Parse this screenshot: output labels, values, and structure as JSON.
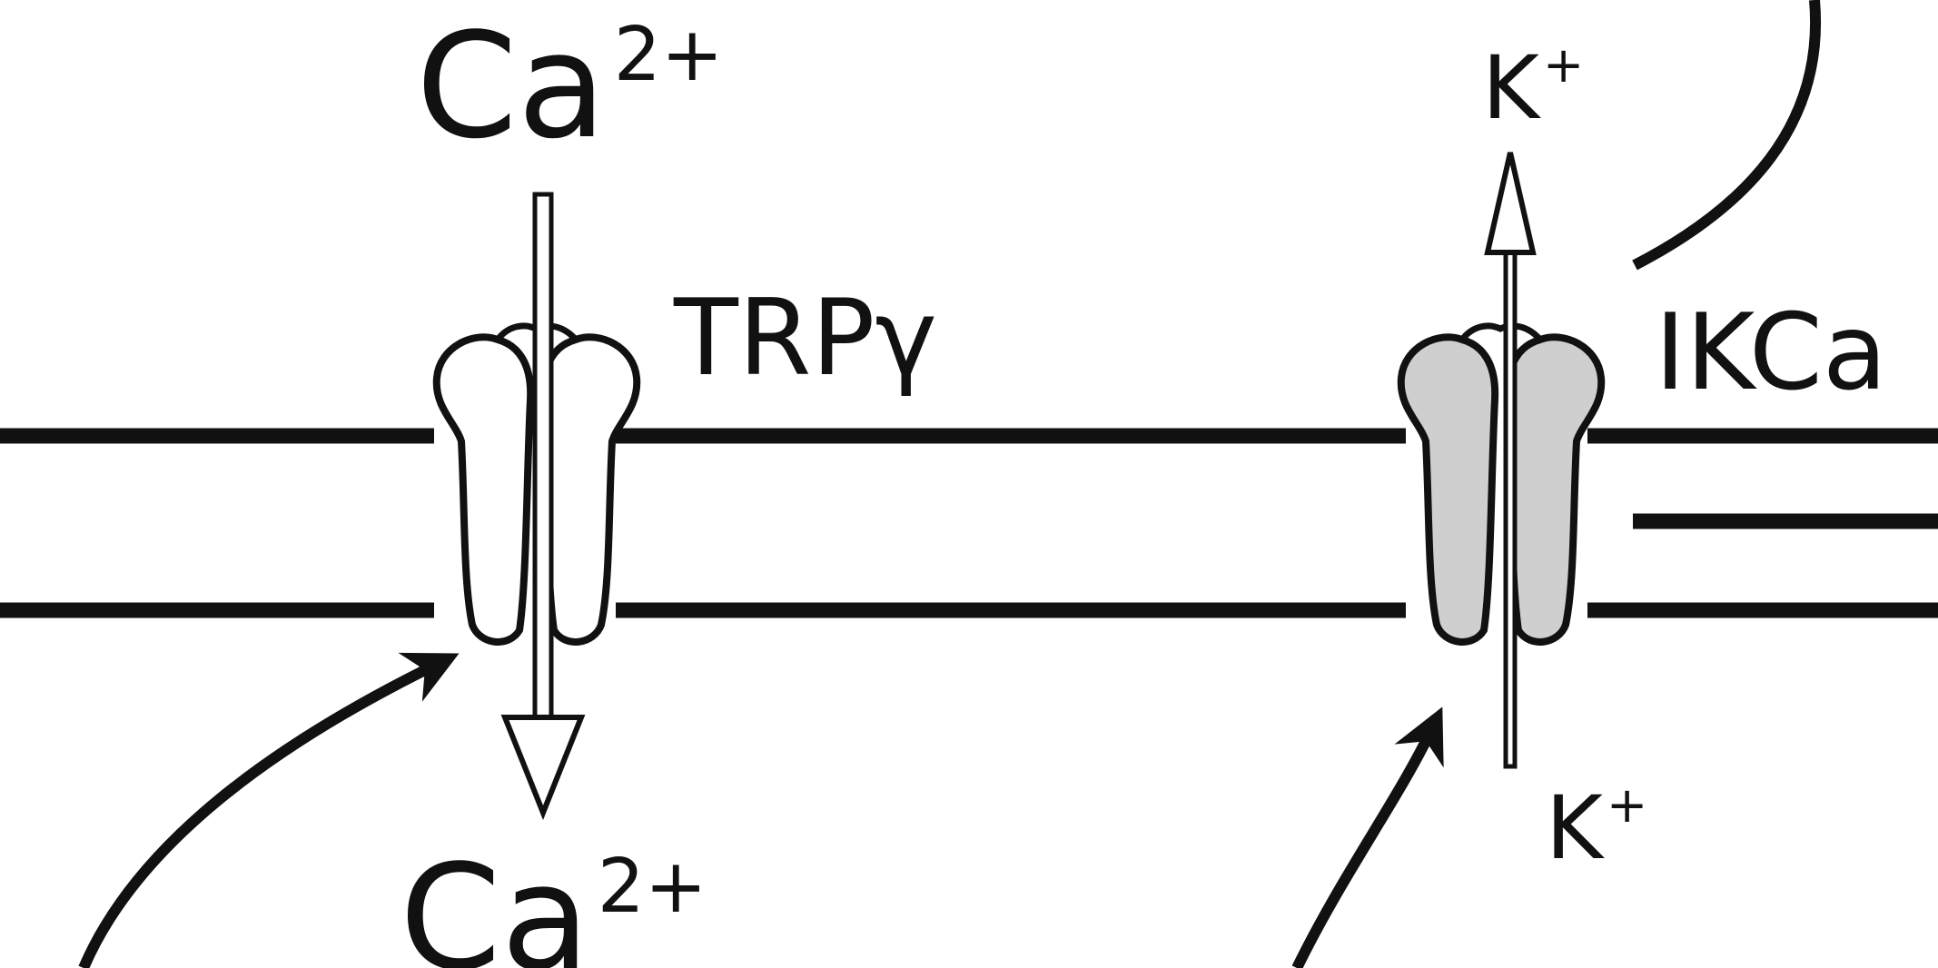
{
  "labels": {
    "ca_top": {
      "base": "Ca",
      "sup": "2+"
    },
    "ca_bottom": {
      "base": "Ca",
      "sup": "2+"
    },
    "k_top": {
      "base": "K",
      "sup": "+"
    },
    "k_bottom": {
      "base": "K",
      "sup": "+"
    },
    "trp_channel": "TRPγ",
    "ikca_channel": "IKCa"
  },
  "colors": {
    "ink": "#111111",
    "trp_channel_fill": "#ffffff",
    "ikca_channel_fill": "#cfcfcf"
  }
}
